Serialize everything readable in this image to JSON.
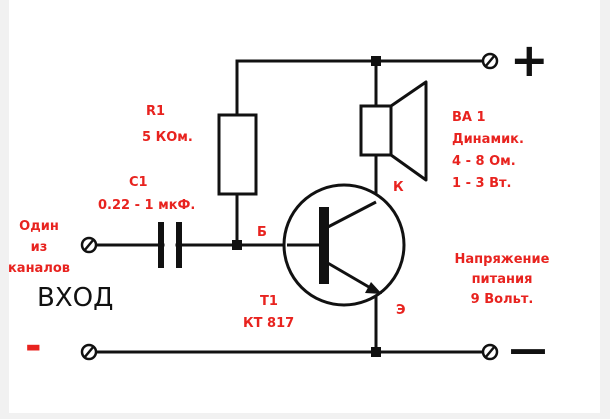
{
  "labels": {
    "r1_name": "R1",
    "r1_value": "5 КОм.",
    "c1_name": "C1",
    "c1_value": "0.22 - 1 мкФ.",
    "input_line1": "Один",
    "input_line2": "из",
    "input_line3": "каналов",
    "input_title": "ВХОД",
    "base_pin": "Б",
    "collector_pin": "К",
    "emitter_pin": "Э",
    "t1_name": "T1",
    "t1_model": "КТ 817",
    "ba1_name": "ВА 1",
    "ba1_type": "Динамик.",
    "ba1_impedance": "4 - 8 Ом.",
    "ba1_power": "1 - 3 Вт.",
    "supply_line1": "Напряжение",
    "supply_line2": "питания",
    "supply_line3": "9 Вольт.",
    "plus_symbol": "+",
    "minus_symbol_right": "—",
    "minus_symbol_left": "-"
  },
  "colors": {
    "wire": "#111111",
    "label": "#e8231f",
    "background": "#ffffff"
  }
}
